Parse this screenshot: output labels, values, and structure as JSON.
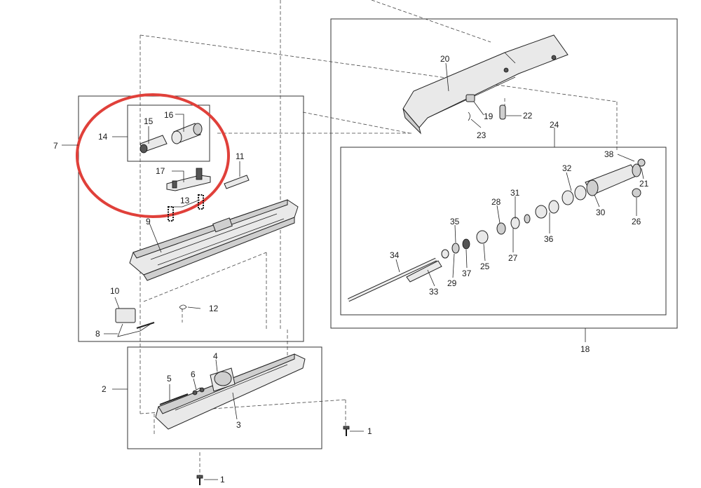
{
  "labels": {
    "p1a": "1",
    "p1b": "1",
    "p2": "2",
    "p3": "3",
    "p4": "4",
    "p5": "5",
    "p6": "6",
    "p7": "7",
    "p8": "8",
    "p9": "9",
    "p10": "10",
    "p11": "11",
    "p12": "12",
    "p13": "13",
    "p14": "14",
    "p15": "15",
    "p16": "16",
    "p17": "17",
    "p18": "18",
    "p19": "19",
    "p20": "20",
    "p21": "21",
    "p22": "22",
    "p23": "23",
    "p24": "24",
    "p25": "25",
    "p26": "26",
    "p27": "27",
    "p28": "28",
    "p29": "29",
    "p30": "30",
    "p31": "31",
    "p32": "32",
    "p33": "33",
    "p34": "34",
    "p35": "35",
    "p36": "36",
    "p37": "37",
    "p38": "38"
  },
  "colors": {
    "highlight": "#e0403a",
    "line": "#222222",
    "background": "#ffffff"
  }
}
